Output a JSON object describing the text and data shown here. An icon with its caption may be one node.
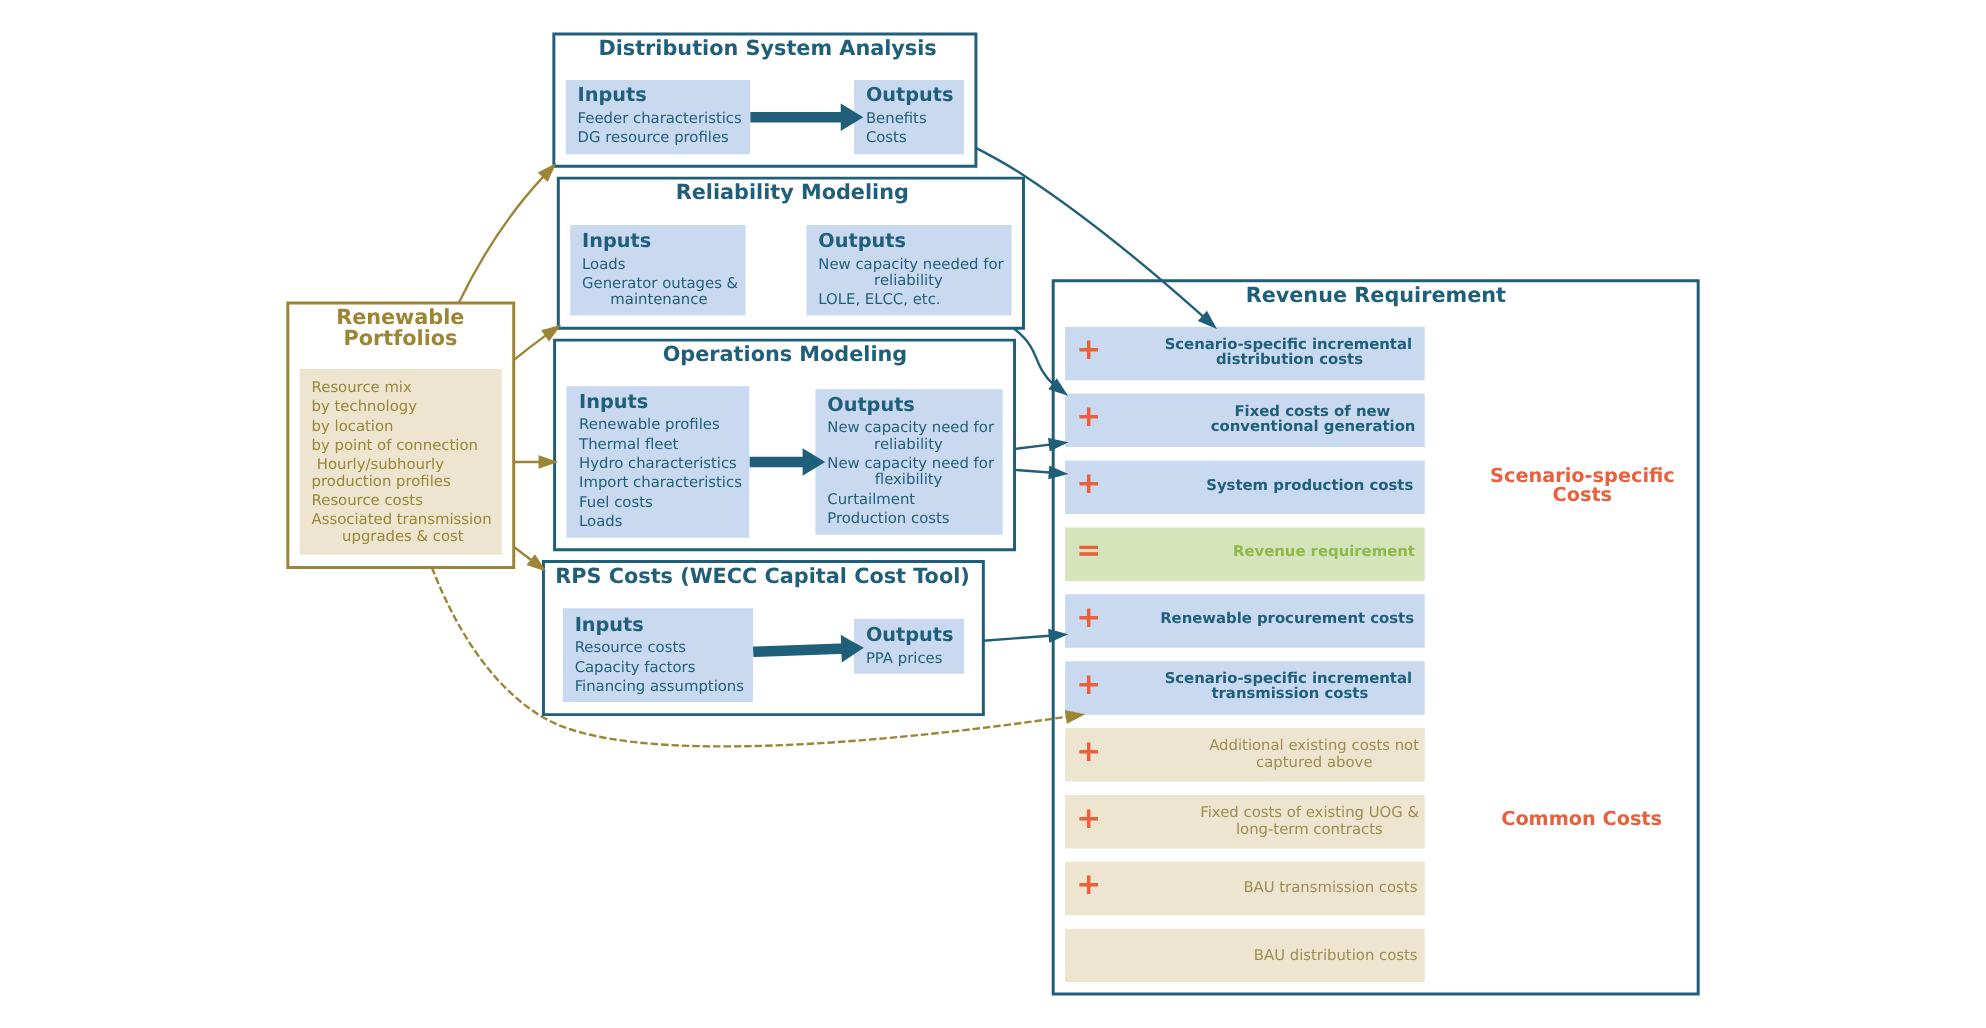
{
  "diagram": {
    "nodes": [
      {
        "text": [
          "Renewable Portfolios"
        ]
      },
      {
        "text": [
          "Resource mix",
          "by technology",
          "by location",
          "by point of connection",
          "Hourly/subhourly production profiles",
          "Resource costs",
          "Associated transmission upgrades & cost"
        ],
        "in": 0
      },
      {
        "text": [
          "Distribution System Analysis"
        ]
      },
      {
        "text": [
          "Inputs",
          "Feeder characteristics",
          "DG resource profiles"
        ],
        "in": 2
      },
      {
        "text": [
          "Outputs",
          "Benefits",
          "Costs"
        ],
        "in": 2
      },
      {
        "text": [
          "Reliability Modeling"
        ]
      },
      {
        "text": [
          "Inputs",
          "Loads",
          "Generator outages & maintenance"
        ],
        "in": 5
      },
      {
        "text": [
          "Outputs",
          "New capacity needed for reliability",
          "LOLE, ELCC, etc."
        ],
        "in": 5
      },
      {
        "text": [
          "Operations Modeling"
        ]
      },
      {
        "text": [
          "Inputs",
          "Renewable profiles",
          "Thermal fleet",
          "Hydro characteristics",
          "Import characteristics",
          "Fuel costs",
          "Loads"
        ],
        "in": 8
      },
      {
        "text": [
          "Outputs",
          "New capacity need for reliability",
          "New capacity need for flexibility",
          "Curtailment",
          "Production costs"
        ],
        "in": 8
      },
      {
        "text": [
          "RPS Costs (WECC Capital Cost Tool)"
        ]
      },
      {
        "text": [
          "Inputs",
          "Resource costs",
          "Capacity factors",
          "Financing assumptions"
        ],
        "in": 11
      },
      {
        "text": [
          "Outputs",
          "PPA prices"
        ],
        "in": 11
      },
      {
        "text": [
          "Revenue Requirement"
        ]
      },
      {
        "text": [
          "BAU distribution costs"
        ],
        "in": 14
      },
      {
        "text": [
          "+",
          "BAU transmission costs"
        ],
        "in": 14
      },
      {
        "text": [
          "+",
          "Fixed costs of existing UOG & long-term contracts"
        ],
        "in": 14
      },
      {
        "text": [
          "+",
          "Additional existing costs not captured above"
        ],
        "in": 14
      },
      {
        "text": [
          "+",
          "Scenario-specific incremental distribution costs"
        ],
        "in": 14
      },
      {
        "text": [
          "+",
          "Scenario-specific incremental transmission costs"
        ],
        "in": 14
      },
      {
        "text": [
          "+",
          "Fixed costs of new conventional generation"
        ],
        "in": 14
      },
      {
        "text": [
          "+",
          "System production costs"
        ],
        "in": 14
      },
      {
        "text": [
          "+",
          "Renewable procurement costs"
        ],
        "in": 14
      },
      {
        "text": [
          "=",
          "Revenue requirement"
        ],
        "in": 14
      }
    ],
    "edges": [
      {
        "from": 0,
        "to": 2,
        "arrow": "to",
        "color": "#9c8535"
      },
      {
        "from": 0,
        "to": 5,
        "arrow": "to",
        "color": "#9c8535"
      },
      {
        "from": 0,
        "to": 20,
        "arrow": "to",
        "style": "dashed",
        "color": "#9c8535"
      },
      {
        "from": 0,
        "to": 8,
        "arrow": "to",
        "color": "#9c8535"
      },
      {
        "from": 0,
        "to": 11,
        "arrow": "to",
        "color": "#9c8535"
      },
      {
        "from": 3,
        "to": 4,
        "arrow": "to",
        "style": "thick"
      },
      {
        "from": 9,
        "to": 10,
        "arrow": "to",
        "style": "thick"
      },
      {
        "from": 12,
        "to": 13,
        "arrow": "to",
        "style": "thick"
      },
      {
        "from": 2,
        "to": 19,
        "arrow": "to"
      },
      {
        "from": 5,
        "to": 21,
        "arrow": "to"
      },
      {
        "from": 8,
        "to": 21,
        "arrow": "to"
      },
      {
        "from": 8,
        "to": 22,
        "arrow": "to"
      },
      {
        "from": 11,
        "to": 23,
        "arrow": "to"
      }
    ],
    "labels": [
      "Common Costs",
      "Scenario-specific Costs"
    ]
  }
}
